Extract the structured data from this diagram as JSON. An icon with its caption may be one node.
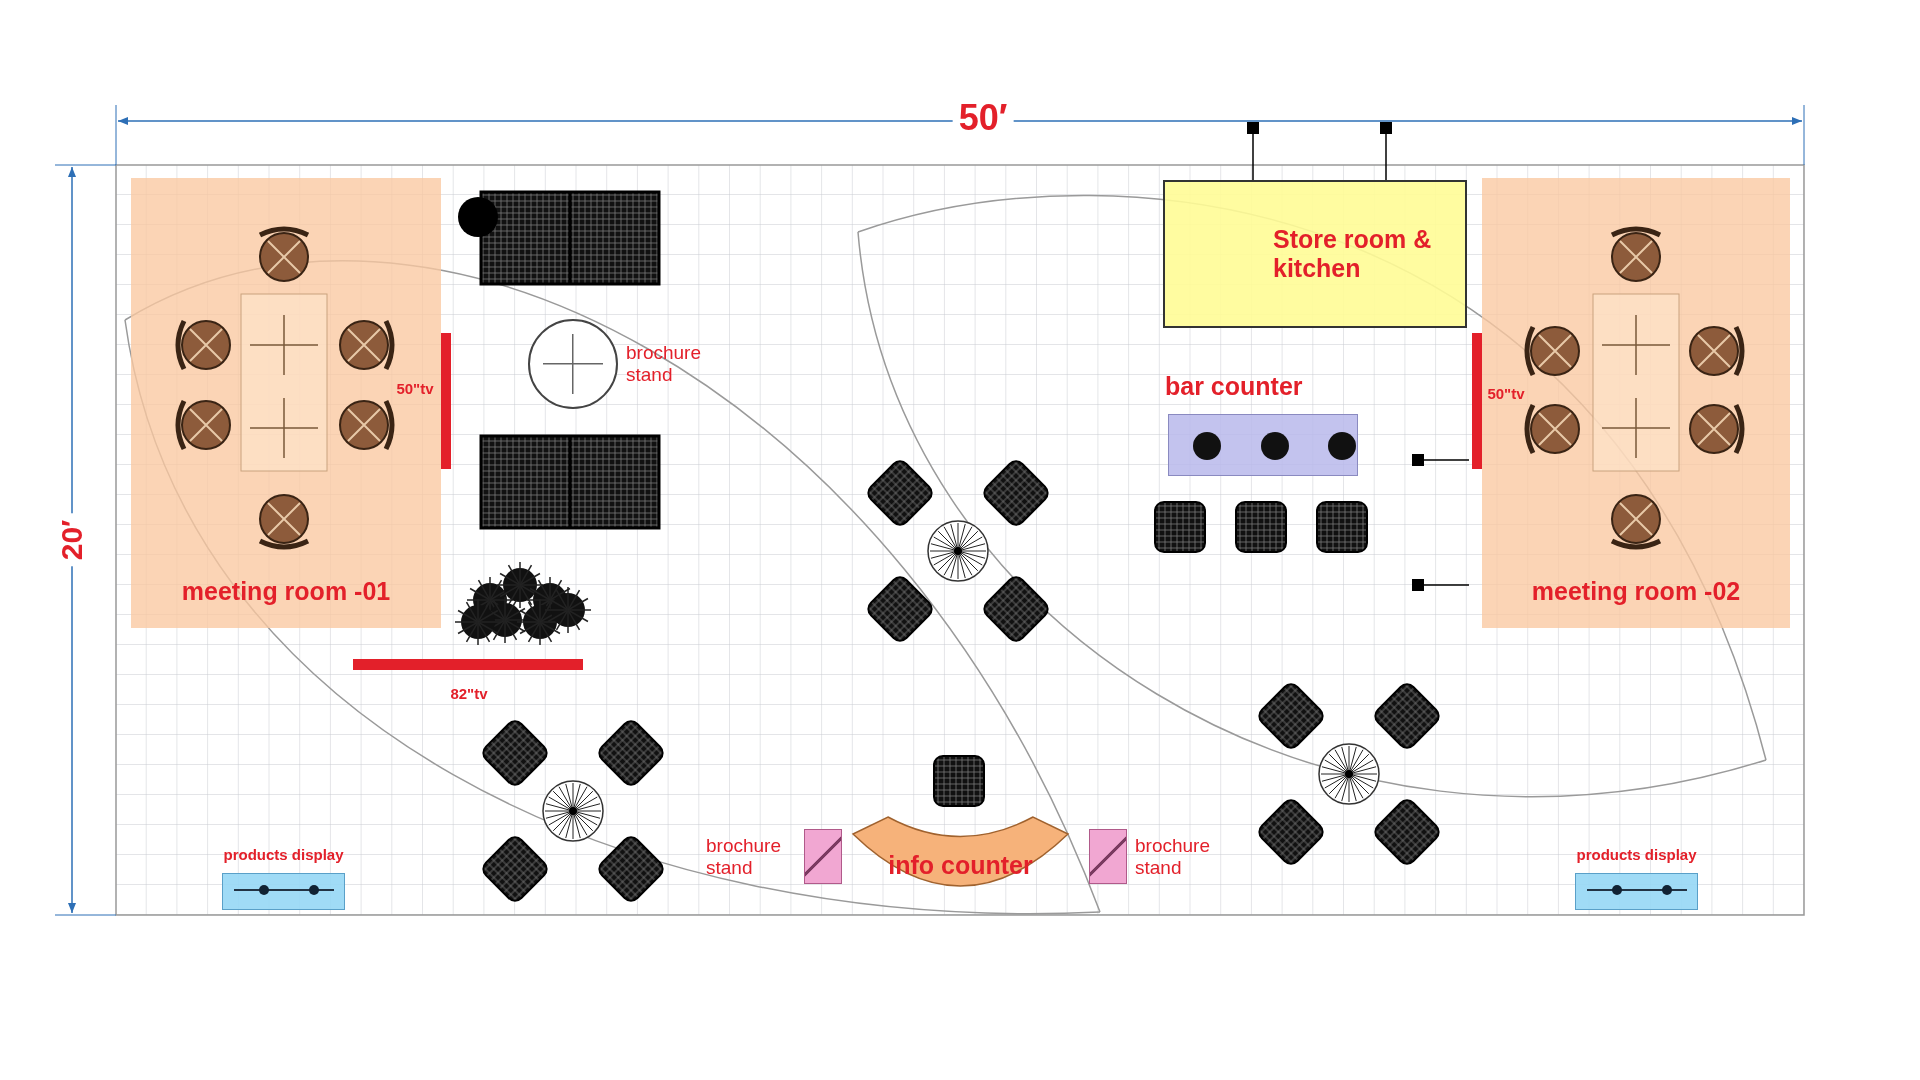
{
  "diagram": {
    "nodes": [
      {
        "text": [
          "meeting room -01"
        ]
      },
      {
        "text": [
          "Store room & kitchen"
        ]
      },
      {
        "text": [
          "bar counter"
        ]
      },
      {
        "text": [
          "meeting room -02"
        ]
      },
      {
        "text": [
          "brochure stand"
        ]
      },
      {
        "text": [
          "brochure stand"
        ]
      },
      {
        "text": [
          "info counter"
        ]
      },
      {
        "text": [
          "brochure stand"
        ]
      },
      {
        "text": [
          "products display"
        ]
      },
      {
        "text": [
          "products display"
        ]
      }
    ],
    "edges": [],
    "labels": [
      "50′",
      "20′",
      "50\"tv",
      "50\"tv",
      "82\"tv"
    ]
  }
}
